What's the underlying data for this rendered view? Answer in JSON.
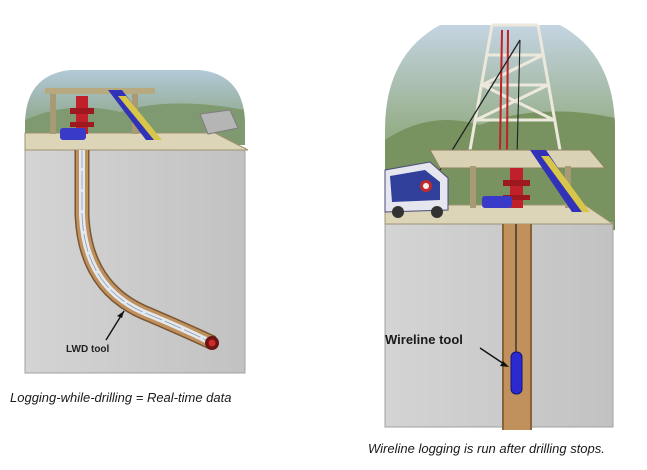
{
  "left_panel": {
    "tool_label": "LWD tool",
    "caption": "Logging-while-drilling = Real-time data"
  },
  "right_panel": {
    "tool_label": "Wireline tool",
    "caption": "Wireline logging is run after drilling stops."
  },
  "colors": {
    "ground": "#cfcfcf",
    "ground_edge": "#9a9a9a",
    "borehole": "#b98a57",
    "borehole_dark": "#7a5632",
    "lwd_pipe": "#dfe6ee",
    "wireline_tool": "#2a2ad0",
    "rig_red": "#c0202a",
    "rig_blue": "#3030c0",
    "deck": "#d9d2b8",
    "sky": "#a9c4dc",
    "grass": "#6a8b4c"
  }
}
